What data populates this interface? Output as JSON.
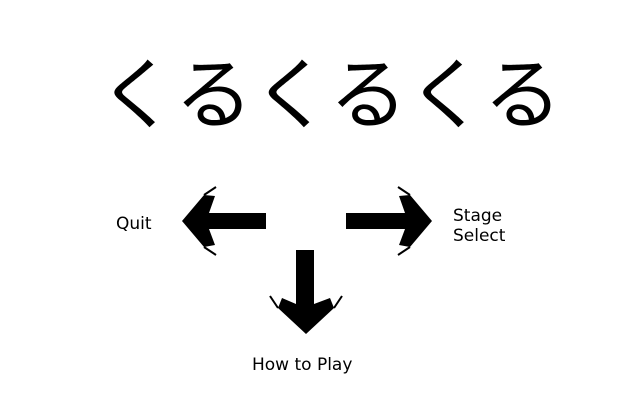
{
  "game": {
    "title": "くるくるくる"
  },
  "menu": {
    "quit_label": "Quit",
    "stage_select_line1": "Stage",
    "stage_select_line2": "Select",
    "how_to_play_label": "How to Play"
  },
  "colors": {
    "background": "#ffffff",
    "foreground": "#000000"
  },
  "icons": {
    "left": "arrow-left-icon",
    "right": "arrow-right-icon",
    "down": "arrow-down-icon"
  }
}
